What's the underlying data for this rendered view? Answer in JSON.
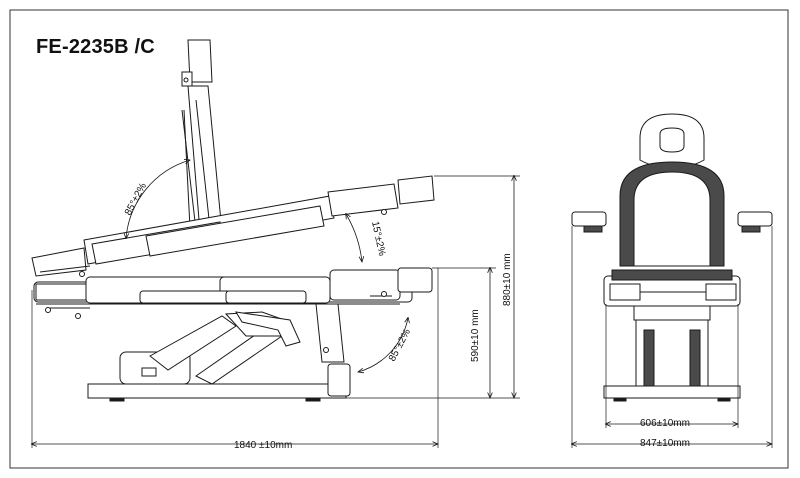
{
  "title": "FE-2235B /C",
  "dimensions": {
    "side_length": "1840 ±10mm",
    "side_height_total": "880±10 mm",
    "side_height_seat": "590±10 mm",
    "front_inner_width": "606±10mm",
    "front_outer_width": "847±10mm"
  },
  "angles": {
    "backrest": "85°±2%",
    "seat_tilt": "15°±2%",
    "leg_rest": "85°±2%"
  },
  "colors": {
    "line": "#1a1a1a",
    "dark_fill": "#4a4a4a",
    "light_fill": "#ffffff"
  }
}
